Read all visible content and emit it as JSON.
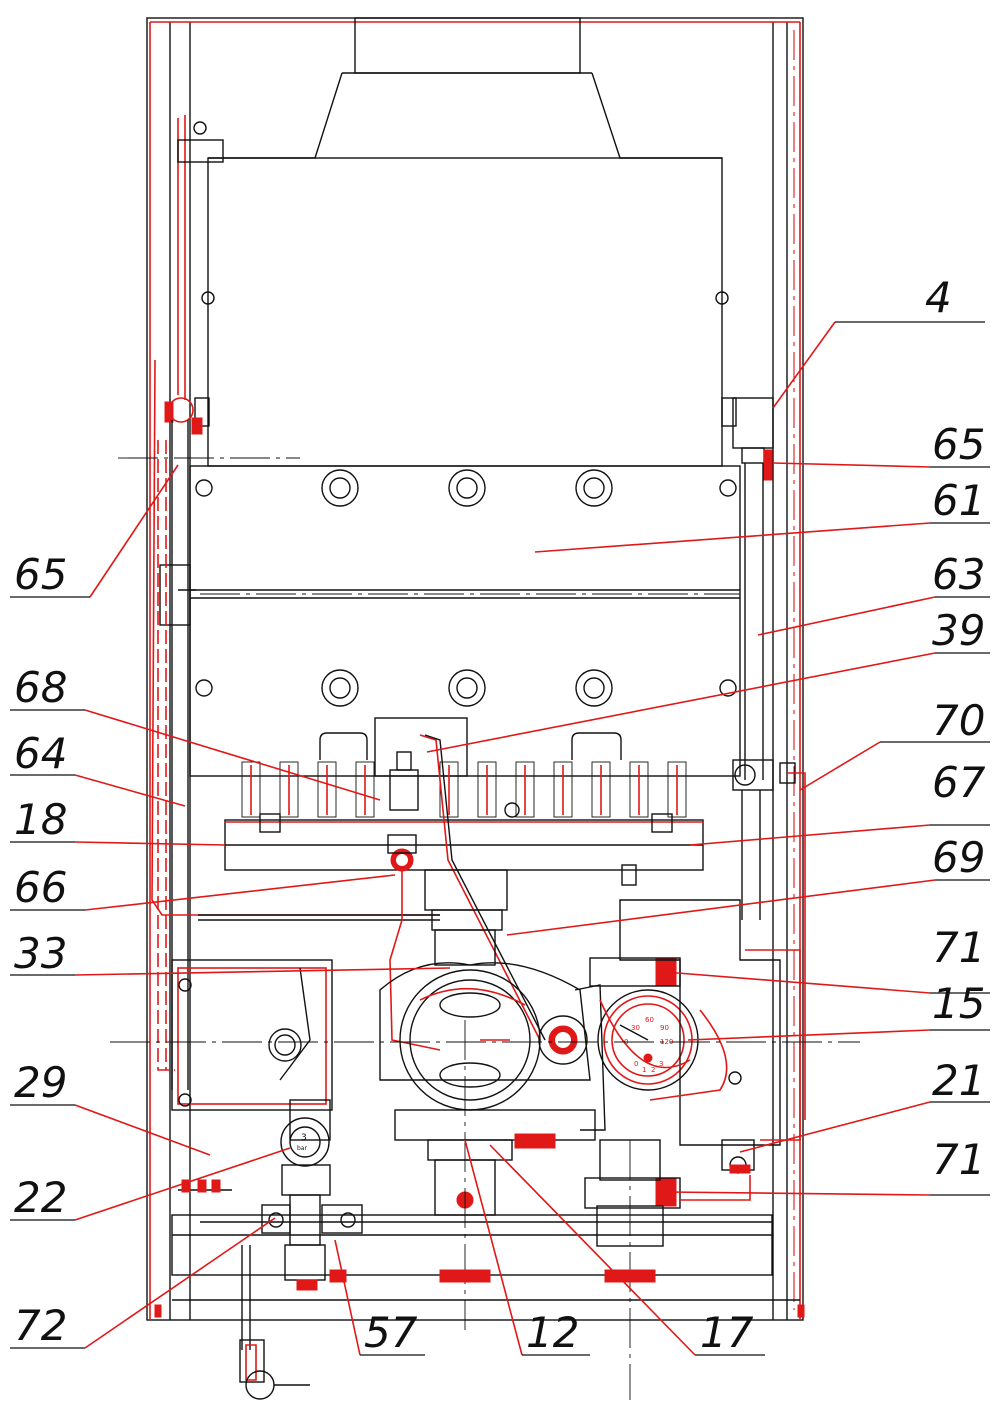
{
  "labels": [
    {
      "id": "4",
      "text": "4"
    },
    {
      "id": "65-right",
      "text": "65"
    },
    {
      "id": "61",
      "text": "61"
    },
    {
      "id": "65-left",
      "text": "65"
    },
    {
      "id": "63",
      "text": "63"
    },
    {
      "id": "39",
      "text": "39"
    },
    {
      "id": "68",
      "text": "68"
    },
    {
      "id": "70",
      "text": "70"
    },
    {
      "id": "64",
      "text": "64"
    },
    {
      "id": "67",
      "text": "67"
    },
    {
      "id": "18",
      "text": "18"
    },
    {
      "id": "69",
      "text": "69"
    },
    {
      "id": "66",
      "text": "66"
    },
    {
      "id": "33",
      "text": "33"
    },
    {
      "id": "71-upper",
      "text": "71"
    },
    {
      "id": "15",
      "text": "15"
    },
    {
      "id": "29",
      "text": "29"
    },
    {
      "id": "21",
      "text": "21"
    },
    {
      "id": "71-lower",
      "text": "71"
    },
    {
      "id": "22",
      "text": "22"
    },
    {
      "id": "72",
      "text": "72"
    },
    {
      "id": "57",
      "text": "57"
    },
    {
      "id": "12",
      "text": "12"
    },
    {
      "id": "17",
      "text": "17"
    }
  ],
  "gauge": {
    "temp_ticks": [
      "30",
      "60",
      "90",
      "0",
      "120"
    ],
    "pressure_ticks": [
      "0",
      "1",
      "2",
      "3"
    ]
  },
  "manometer": {
    "value": "3",
    "unit": "bar"
  }
}
